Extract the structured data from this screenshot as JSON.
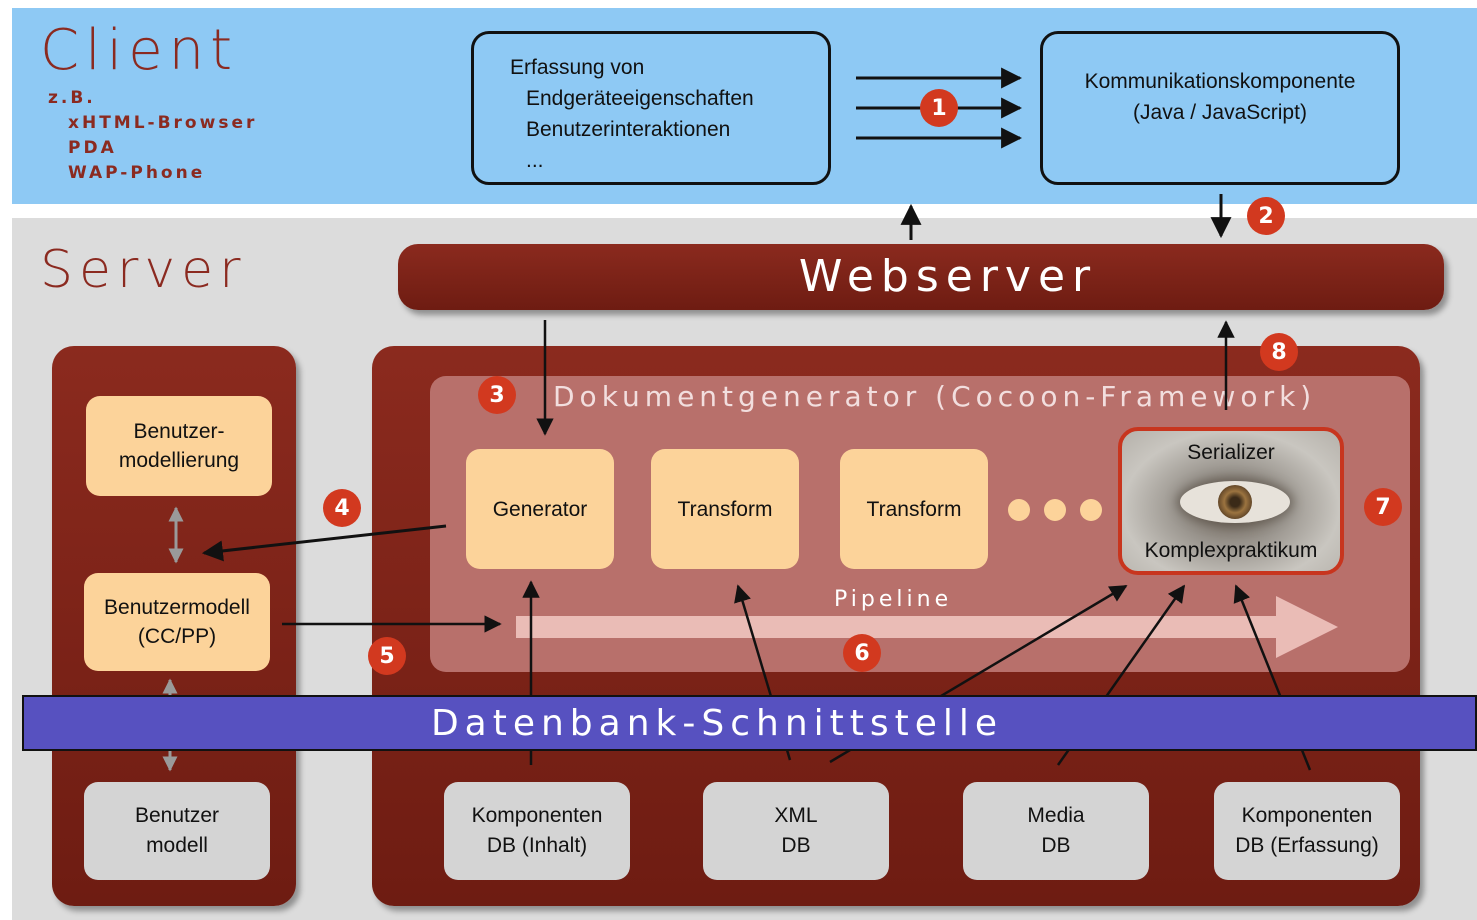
{
  "client": {
    "title": "Client",
    "examples_intro": "z.B.",
    "examples": [
      "xHTML-Browser",
      "PDA",
      "WAP-Phone"
    ],
    "capture_box": [
      "Erfassung von",
      "Endgeräteeigenschaften",
      "Benutzerinteraktionen",
      "..."
    ],
    "comm_box": [
      "Kommunikationskomponente",
      "(Java / JavaScript)"
    ]
  },
  "server": {
    "title": "Server",
    "webserver": "Webserver",
    "docgen_title": "Dokumentgenerator (Cocoon-Framework)",
    "user_modeling": [
      "Benutzer-",
      "modellierung"
    ],
    "user_model_cc": [
      "Benutzermodell",
      "(CC/PP)"
    ],
    "user_model_db": [
      "Benutzer",
      "modell"
    ],
    "generator": "Generator",
    "transform_1": "Transform",
    "transform_2": "Transform",
    "serializer": "Serializer",
    "serializer_sub": "Komplexpraktikum",
    "pipeline": "Pipeline",
    "db_interface": "Datenbank-Schnittstelle",
    "databases": [
      [
        "Komponenten",
        "DB (Inhalt)"
      ],
      [
        "XML",
        "DB"
      ],
      [
        "Media",
        "DB"
      ],
      [
        "Komponenten",
        "DB (Erfassung)"
      ]
    ]
  },
  "steps": [
    "1",
    "2",
    "3",
    "4",
    "5",
    "6",
    "7",
    "8"
  ],
  "colors": {
    "client_bg": "#8ec9f4",
    "server_bg": "#dcdcdc",
    "dark_red": "#7a2016",
    "docgen_bg": "#b8706b",
    "component": "#fcd39a",
    "db_box": "#d4d4d4",
    "db_interface": "#5751c0",
    "badge": "#d2391f"
  }
}
